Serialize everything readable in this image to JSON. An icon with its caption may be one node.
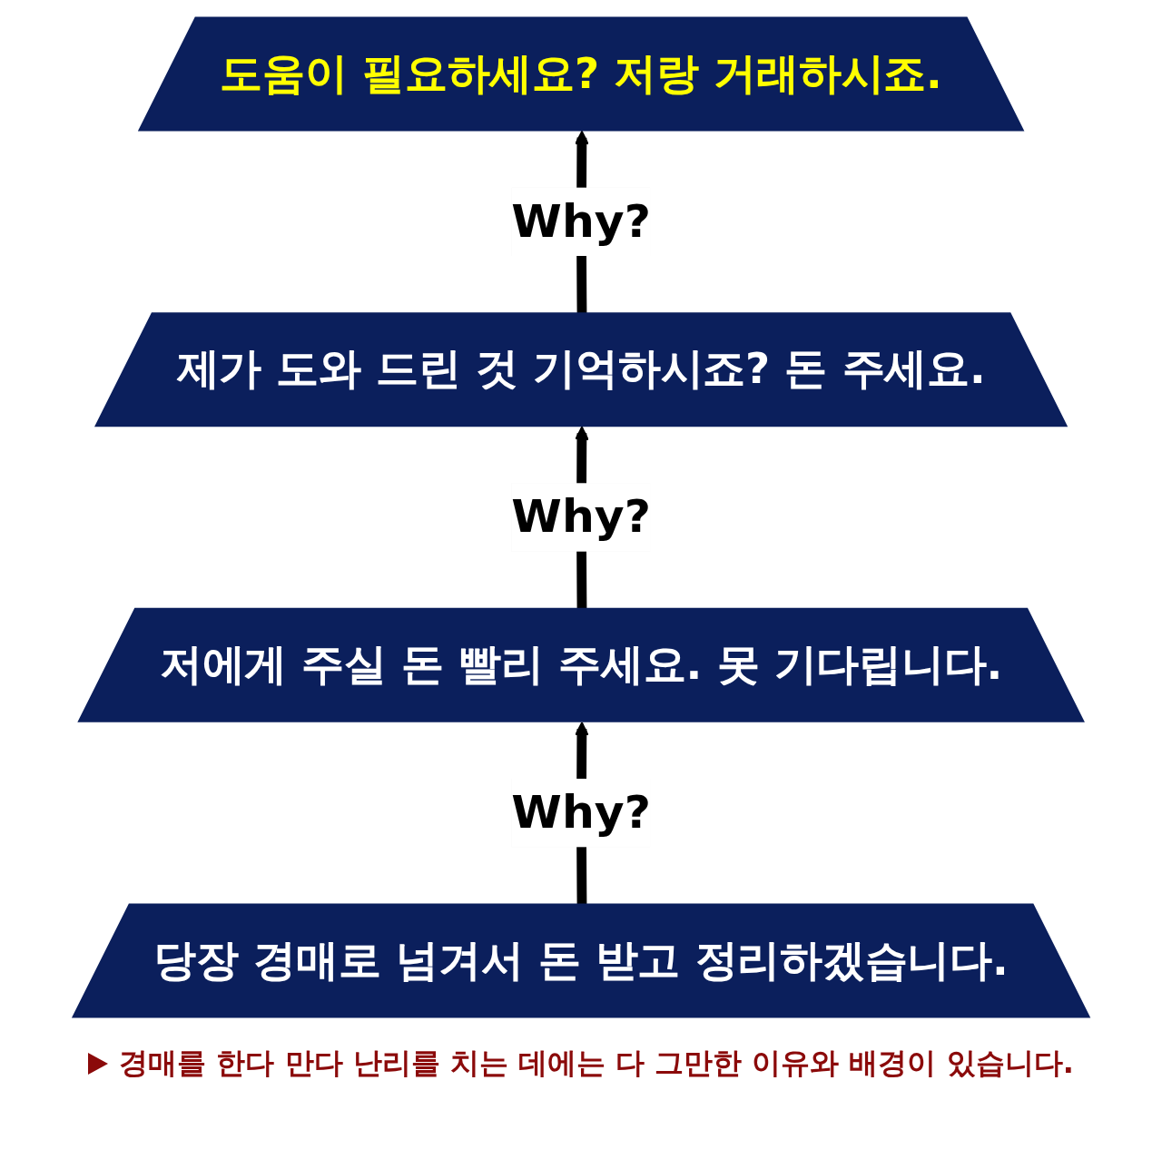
{
  "diagram": {
    "caption": "경매를 한다 만다 난리를 치는 데에는 다 그만한 이유와 배경이 있습니다.",
    "nodes": [
      {
        "text": [
          "도움이 필요하세요? 저랑 거래하시죠."
        ]
      },
      {
        "text": [
          "제가 도와 드린 것 기억하시죠? 돈 주세요."
        ]
      },
      {
        "text": [
          "저에게 주실 돈 빨리 주세요. 못 기다립니다."
        ]
      },
      {
        "text": [
          "당장 경매로 넘겨서 돈 받고 정리하겠습니다."
        ]
      }
    ],
    "edges": [
      {
        "from": 1,
        "to": 0,
        "arrow": "to",
        "label": "Why?"
      },
      {
        "from": 2,
        "to": 1,
        "arrow": "to",
        "label": "Why?"
      },
      {
        "from": 3,
        "to": 2,
        "arrow": "to",
        "label": "Why?"
      }
    ]
  }
}
